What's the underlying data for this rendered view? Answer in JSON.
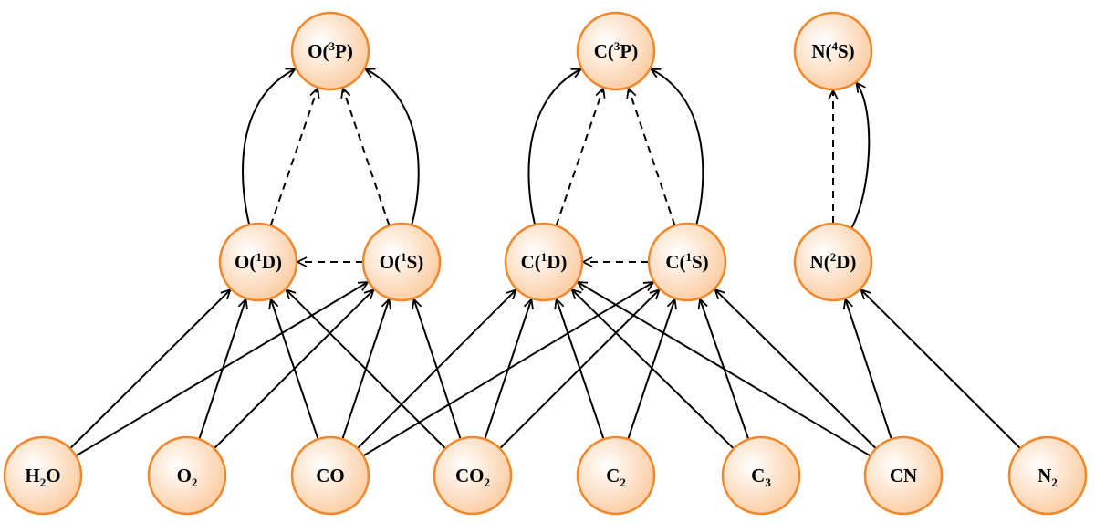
{
  "colors": {
    "node_fill_center": "#ffffff",
    "node_fill_edge": "#fbc99c",
    "node_stroke": "#f0872a",
    "edge": "#000000"
  },
  "nodes": [
    {
      "id": "O3P",
      "parts": [
        {
          "t": "O("
        },
        {
          "t": "3",
          "style": "sup"
        },
        {
          "t": "P)"
        }
      ]
    },
    {
      "id": "C3P",
      "parts": [
        {
          "t": "C("
        },
        {
          "t": "3",
          "style": "sup"
        },
        {
          "t": "P)"
        }
      ]
    },
    {
      "id": "N4S",
      "parts": [
        {
          "t": "N("
        },
        {
          "t": "4",
          "style": "sup"
        },
        {
          "t": "S)"
        }
      ]
    },
    {
      "id": "O1D",
      "parts": [
        {
          "t": "O("
        },
        {
          "t": "1",
          "style": "sup"
        },
        {
          "t": "D)"
        }
      ]
    },
    {
      "id": "O1S",
      "parts": [
        {
          "t": "O("
        },
        {
          "t": "1",
          "style": "sup"
        },
        {
          "t": "S)"
        }
      ]
    },
    {
      "id": "C1D",
      "parts": [
        {
          "t": "C("
        },
        {
          "t": "1",
          "style": "sup"
        },
        {
          "t": "D)"
        }
      ]
    },
    {
      "id": "C1S",
      "parts": [
        {
          "t": "C("
        },
        {
          "t": "1",
          "style": "sup"
        },
        {
          "t": "S)"
        }
      ]
    },
    {
      "id": "N2D",
      "parts": [
        {
          "t": "N("
        },
        {
          "t": "2",
          "style": "sup"
        },
        {
          "t": "D)"
        }
      ]
    },
    {
      "id": "H2O",
      "parts": [
        {
          "t": "H"
        },
        {
          "t": "2",
          "style": "sub"
        },
        {
          "t": "O"
        }
      ]
    },
    {
      "id": "O2",
      "parts": [
        {
          "t": "O"
        },
        {
          "t": "2",
          "style": "sub"
        }
      ]
    },
    {
      "id": "CO",
      "parts": [
        {
          "t": "CO"
        }
      ]
    },
    {
      "id": "CO2",
      "parts": [
        {
          "t": "CO"
        },
        {
          "t": "2",
          "style": "sub"
        }
      ]
    },
    {
      "id": "C2",
      "parts": [
        {
          "t": "C"
        },
        {
          "t": "2",
          "style": "sub"
        }
      ]
    },
    {
      "id": "C3",
      "parts": [
        {
          "t": "C"
        },
        {
          "t": "3",
          "style": "sub"
        }
      ]
    },
    {
      "id": "CN",
      "parts": [
        {
          "t": "CN"
        }
      ]
    },
    {
      "id": "N2",
      "parts": [
        {
          "t": "N"
        },
        {
          "t": "2",
          "style": "sub"
        }
      ]
    }
  ],
  "edges": [
    {
      "from": "O1D",
      "to": "O3P",
      "style": "solid-curve"
    },
    {
      "from": "O1D",
      "to": "O3P",
      "style": "dashed"
    },
    {
      "from": "O1S",
      "to": "O3P",
      "style": "dashed"
    },
    {
      "from": "O1S",
      "to": "O3P",
      "style": "solid-curve"
    },
    {
      "from": "O1S",
      "to": "O1D",
      "style": "dashed"
    },
    {
      "from": "C1D",
      "to": "C3P",
      "style": "solid-curve"
    },
    {
      "from": "C1D",
      "to": "C3P",
      "style": "dashed"
    },
    {
      "from": "C1S",
      "to": "C3P",
      "style": "dashed"
    },
    {
      "from": "C1S",
      "to": "C3P",
      "style": "solid-curve"
    },
    {
      "from": "C1S",
      "to": "C1D",
      "style": "dashed"
    },
    {
      "from": "N2D",
      "to": "N4S",
      "style": "dashed"
    },
    {
      "from": "N2D",
      "to": "N4S",
      "style": "solid-curve"
    },
    {
      "from": "H2O",
      "to": "O1D",
      "style": "solid"
    },
    {
      "from": "H2O",
      "to": "O1S",
      "style": "solid"
    },
    {
      "from": "O2",
      "to": "O1D",
      "style": "solid"
    },
    {
      "from": "O2",
      "to": "O1S",
      "style": "solid"
    },
    {
      "from": "CO",
      "to": "O1D",
      "style": "solid"
    },
    {
      "from": "CO",
      "to": "O1S",
      "style": "solid"
    },
    {
      "from": "CO",
      "to": "C1D",
      "style": "solid"
    },
    {
      "from": "CO",
      "to": "C1S",
      "style": "solid"
    },
    {
      "from": "CO2",
      "to": "O1D",
      "style": "solid"
    },
    {
      "from": "CO2",
      "to": "O1S",
      "style": "solid"
    },
    {
      "from": "CO2",
      "to": "C1D",
      "style": "solid"
    },
    {
      "from": "CO2",
      "to": "C1S",
      "style": "solid"
    },
    {
      "from": "C2",
      "to": "C1D",
      "style": "solid"
    },
    {
      "from": "C2",
      "to": "C1S",
      "style": "solid"
    },
    {
      "from": "C3",
      "to": "C1D",
      "style": "solid"
    },
    {
      "from": "C3",
      "to": "C1S",
      "style": "solid"
    },
    {
      "from": "CN",
      "to": "C1D",
      "style": "solid"
    },
    {
      "from": "CN",
      "to": "C1S",
      "style": "solid"
    },
    {
      "from": "CN",
      "to": "N2D",
      "style": "solid"
    },
    {
      "from": "N2",
      "to": "N2D",
      "style": "solid"
    }
  ]
}
